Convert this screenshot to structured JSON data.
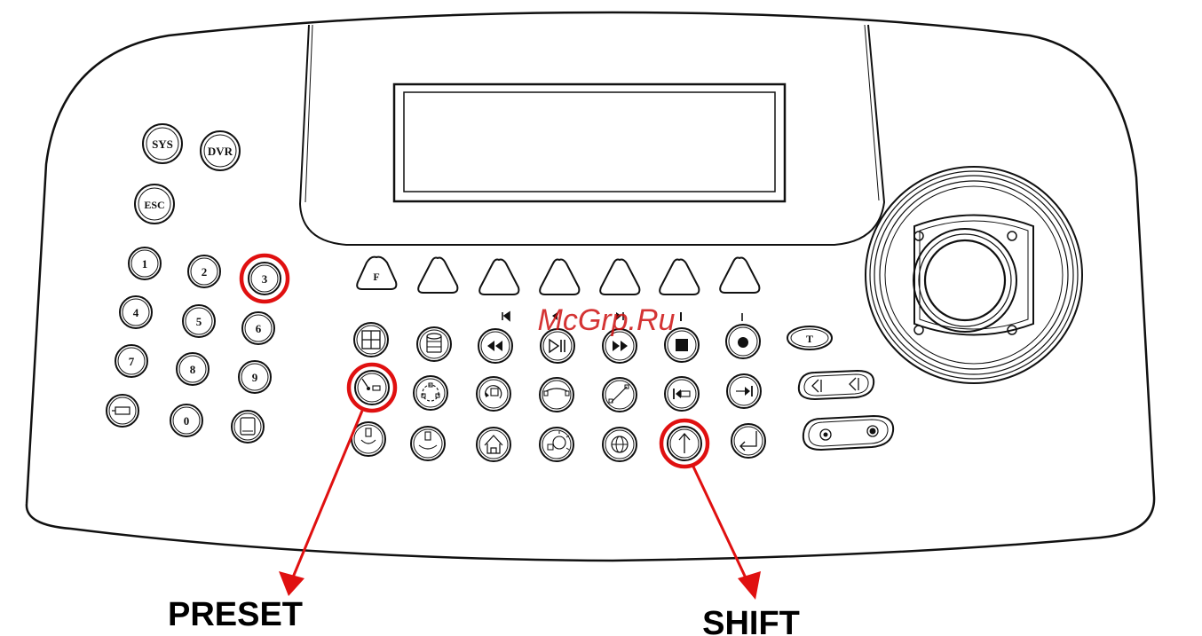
{
  "keys": {
    "sys": "SYS",
    "dvr": "DVR",
    "esc": "ESC",
    "f": "F",
    "t": "T",
    "numbers": [
      "1",
      "2",
      "3",
      "4",
      "5",
      "6",
      "7",
      "8",
      "9",
      "0"
    ]
  },
  "watermark": "McGrp.Ru",
  "callouts": {
    "preset": "PRESET",
    "shift": "SHIFT"
  },
  "colors": {
    "outline": "#111111",
    "highlight": "#e01010",
    "watermark": "#cc1111"
  }
}
